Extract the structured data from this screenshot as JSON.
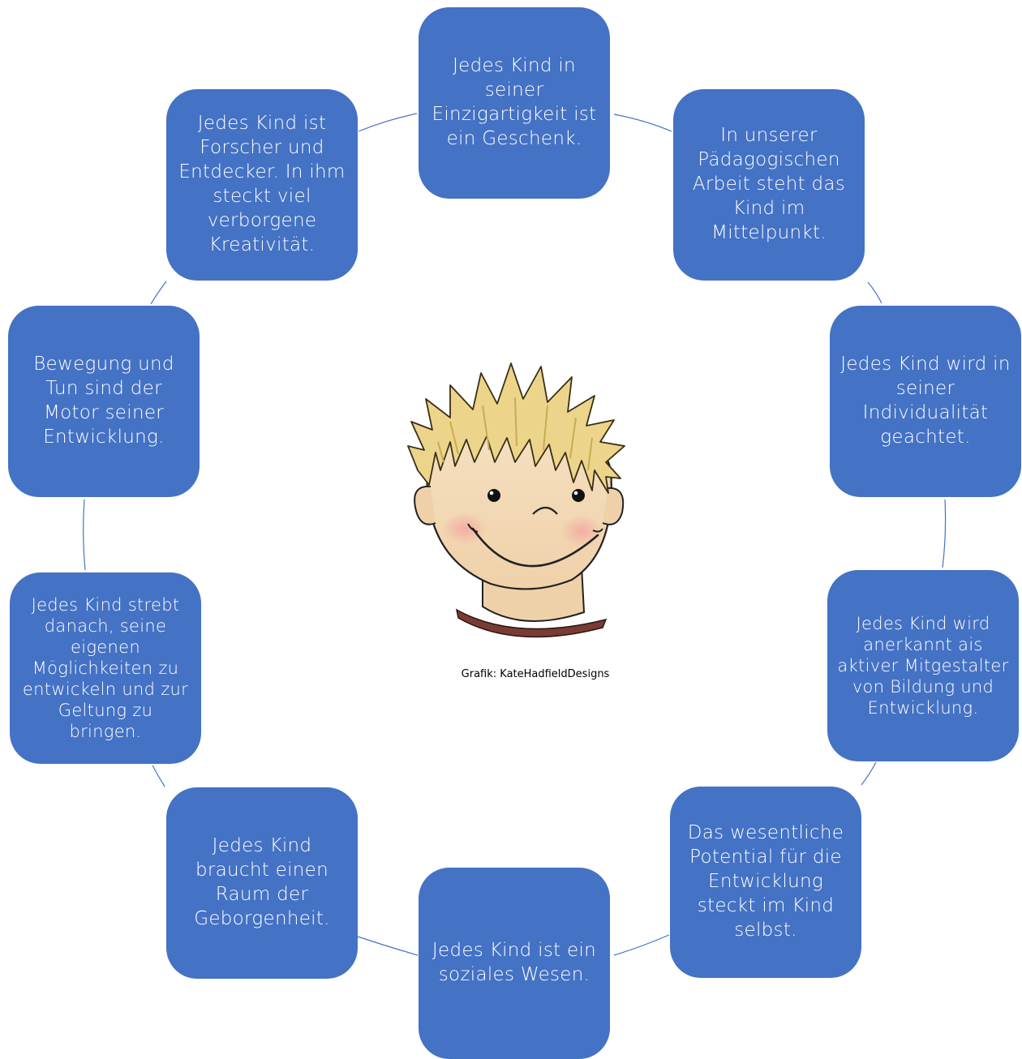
{
  "nodes": [
    {
      "id": "top",
      "text": "Jedes Kind in seiner Einzigartigkeit ist ein Geschenk."
    },
    {
      "id": "top-right",
      "text": "In unserer Pädagogischen Arbeit steht das Kind im Mittelpunkt."
    },
    {
      "id": "right-upper",
      "text": "Jedes Kind wird in seiner Individualität geachtet."
    },
    {
      "id": "right-lower",
      "text": "Jedes Kind wird anerkannt ais aktiver Mitgestalter von Bildung und Entwicklung."
    },
    {
      "id": "bottom-right",
      "text": "Das wesentliche Potential für die Entwicklung steckt im Kind selbst."
    },
    {
      "id": "bottom",
      "text": "Jedes Kind ist ein soziales Wesen."
    },
    {
      "id": "bottom-left",
      "text": "Jedes Kind braucht einen Raum der Geborgenheit."
    },
    {
      "id": "left-lower",
      "text": "Jedes Kind strebt danach, seine eigenen Möglichkeiten zu entwickeln und zur Geltung zu bringen."
    },
    {
      "id": "left-upper",
      "text": "Bewegung und Tun sind der Motor seiner Entwicklung."
    },
    {
      "id": "top-left",
      "text": "Jedes Kind ist Forscher und Entdecker. In ihm steckt viel verborgene Kreativität."
    }
  ],
  "center": {
    "image": "child-face-illustration",
    "credit": "Grafik: KateHadfieldDesigns"
  },
  "colors": {
    "node_fill": "#4472c4",
    "node_text": "#ffffff",
    "connector": "#4472c4"
  }
}
